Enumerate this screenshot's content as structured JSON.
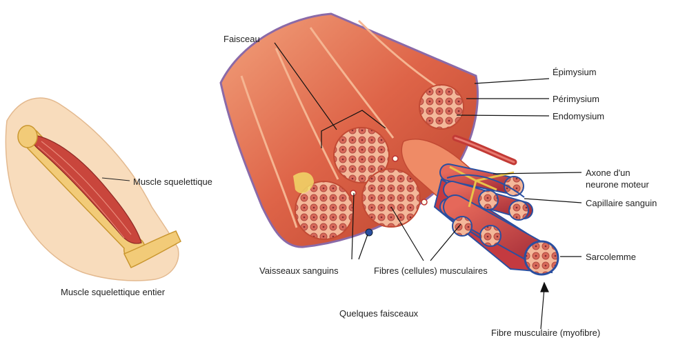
{
  "labels": {
    "faisceau": "Faisceau",
    "epimysium": "Épimysium",
    "perimysium": "Périmysium",
    "endomysium": "Endomysium",
    "axone_line1": "Axone d'un",
    "axone_line2": "neurone moteur",
    "capillaire": "Capillaire sanguin",
    "sarcolemme": "Sarcolemme",
    "muscle_squelettique": "Muscle squelettique",
    "muscle_entier": "Muscle squelettique entier",
    "vaisseaux": "Vaisseaux sanguins",
    "fibres": "Fibres (cellules) musculaires",
    "quelques": "Quelques faisceaux",
    "fibre_musculaire": "Fibre musculaire (myofibre)"
  },
  "colors": {
    "muscle": "#d9573e",
    "muscle_light": "#ef9a73",
    "muscle_dark": "#b8402c",
    "epimysium": "#8a6aa8",
    "fiber_cell": "#c2413a",
    "nerve": "#e8c34a",
    "capillary": "#2a4fa0",
    "bone": "#f0c87a",
    "skin": "#f7d9b5"
  }
}
